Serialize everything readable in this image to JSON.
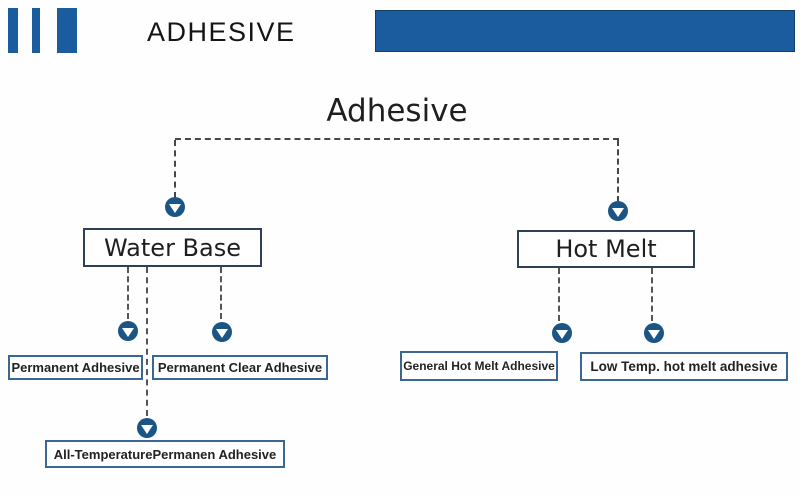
{
  "header": {
    "title": "ADHESIVE"
  },
  "colors": {
    "brand_blue": "#1b5c9e",
    "arrow_blue": "#1a5586",
    "category_border": "#2e4057",
    "leaf_border": "#3c6792",
    "line_gray": "#474747"
  },
  "diagram": {
    "root": {
      "label": "Adhesive"
    },
    "branches": [
      {
        "label": "Water Base",
        "children": [
          {
            "label": "Permanent Adhesive"
          },
          {
            "label": "Permanent Clear Adhesive"
          },
          {
            "label": "All-TemperaturePermanen Adhesive"
          }
        ]
      },
      {
        "label": "Hot Melt",
        "children": [
          {
            "label": "General Hot Melt Adhesive"
          },
          {
            "label": "Low Temp. hot melt adhesive"
          }
        ]
      }
    ]
  }
}
